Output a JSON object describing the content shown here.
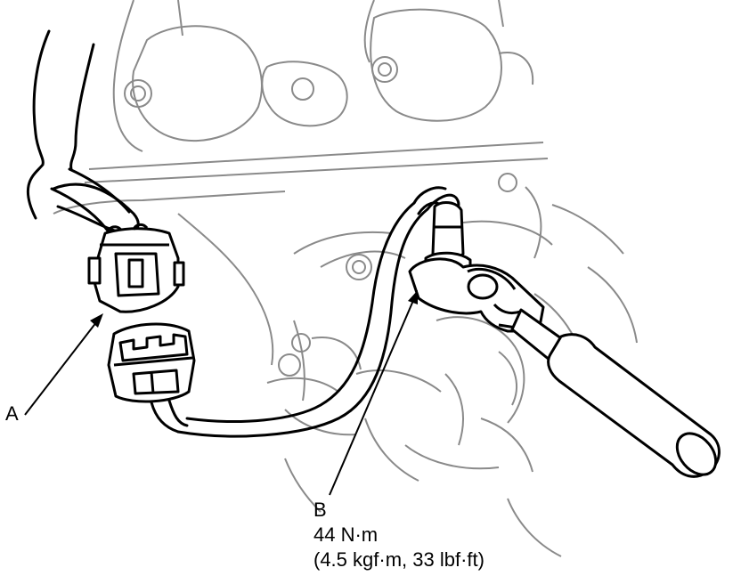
{
  "callouts": {
    "a": {
      "label": "A"
    },
    "b": {
      "label": "B",
      "torque_line1": "44 N·m",
      "torque_line2": "(4.5 kgf·m, 33 lbf·ft)"
    }
  },
  "colors": {
    "ink": "#000000",
    "background": "#ffffff",
    "background_linework": "#8a8a8a"
  },
  "icons": [
    "arrow-a",
    "arrow-b"
  ]
}
